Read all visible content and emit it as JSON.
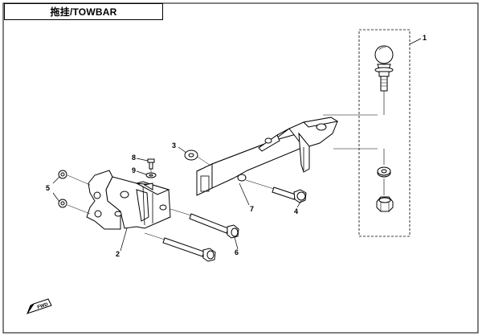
{
  "title": "拖挂/TOWBAR",
  "callouts": {
    "c1": "1",
    "c2": "2",
    "c3": "3",
    "c4": "4",
    "c5": "5",
    "c6": "6",
    "c7": "7",
    "c8": "8",
    "c9": "9"
  },
  "fwd_label": "FWD",
  "line_color": "#000000"
}
